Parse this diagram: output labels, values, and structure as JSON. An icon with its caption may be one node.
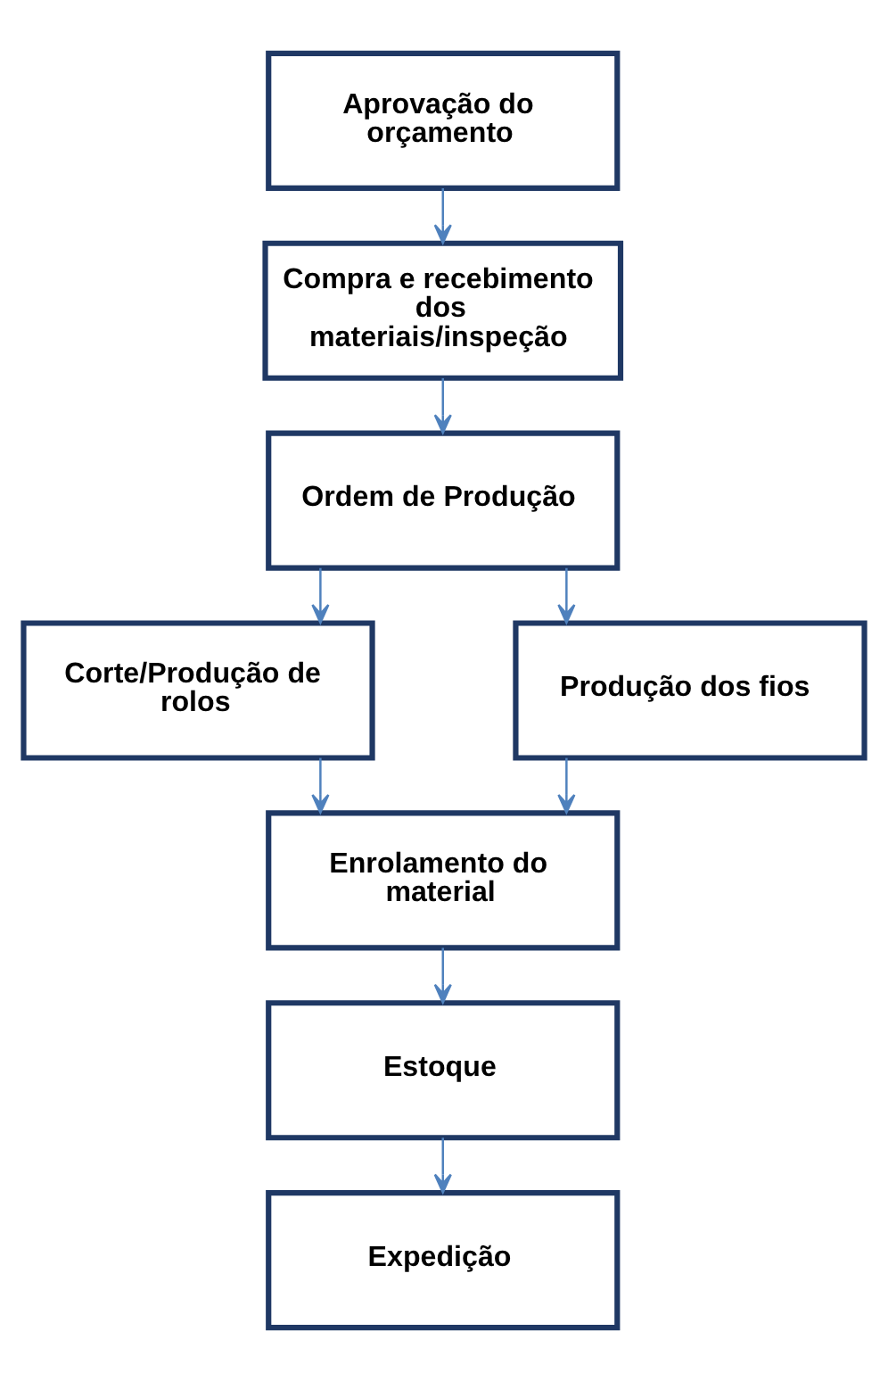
{
  "diagram": {
    "nodes": [
      {
        "text": [
          "Aprovação do orçamento"
        ]
      },
      {
        "text": [
          "Compra e recebimento dos materiais/inspeção"
        ]
      },
      {
        "text": [
          "Ordem de Produção"
        ]
      },
      {
        "text": [
          "Corte/Produção de rolos"
        ]
      },
      {
        "text": [
          "Produção dos fios"
        ]
      },
      {
        "text": [
          "Enrolamento do material"
        ]
      },
      {
        "text": [
          "Estoque"
        ]
      },
      {
        "text": [
          "Expedição"
        ]
      }
    ],
    "edges": [
      {
        "from": 0,
        "to": 1,
        "arrow": "to"
      },
      {
        "from": 1,
        "to": 2,
        "arrow": "to"
      },
      {
        "from": 2,
        "to": 3,
        "arrow": "to"
      },
      {
        "from": 2,
        "to": 4,
        "arrow": "to"
      },
      {
        "from": 3,
        "to": 5,
        "arrow": "to"
      },
      {
        "from": 4,
        "to": 5,
        "arrow": "to"
      },
      {
        "from": 5,
        "to": 6,
        "arrow": "to"
      },
      {
        "from": 6,
        "to": 7,
        "arrow": "to"
      }
    ]
  }
}
